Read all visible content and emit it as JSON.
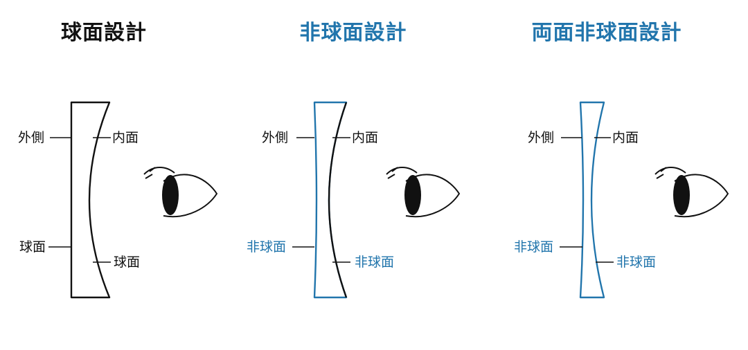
{
  "colors": {
    "black": "#111111",
    "blue": "#2175ac"
  },
  "panels": [
    {
      "title": "球面設計",
      "title_color": "#111111",
      "lens_color": "#111111",
      "labels": {
        "outer_top": "外側",
        "inner_top": "内面",
        "outer_bottom": "球面",
        "inner_bottom": "球面"
      },
      "label_colors": {
        "outer_bottom": "#111111",
        "inner_bottom": "#111111"
      }
    },
    {
      "title": "非球面設計",
      "title_color": "#2175ac",
      "lens_color": "#2175ac",
      "labels": {
        "outer_top": "外側",
        "inner_top": "内面",
        "outer_bottom": "非球面",
        "inner_bottom": "非球面"
      },
      "label_colors": {
        "outer_bottom": "#2175ac",
        "inner_bottom": "#2175ac"
      }
    },
    {
      "title": "両面非球面設計",
      "title_color": "#2175ac",
      "lens_color": "#2175ac",
      "labels": {
        "outer_top": "外側",
        "inner_top": "内面",
        "outer_bottom": "非球面",
        "inner_bottom": "非球面"
      },
      "label_colors": {
        "outer_bottom": "#2175ac",
        "inner_bottom": "#2175ac"
      }
    }
  ]
}
